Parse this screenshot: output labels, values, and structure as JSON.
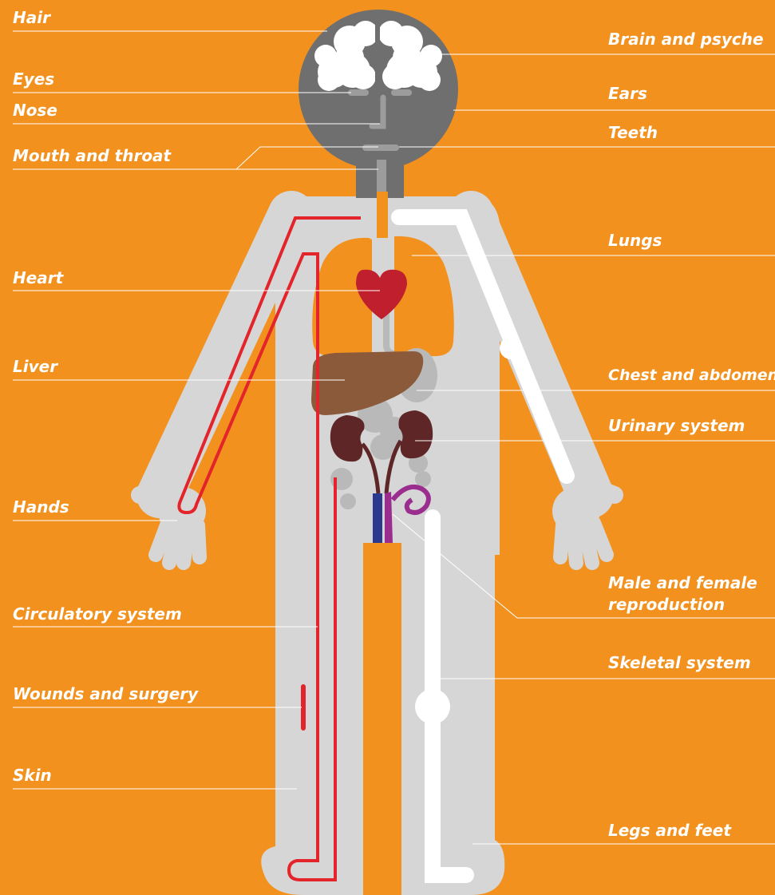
{
  "colors": {
    "background": "#F2911E",
    "body": "#D7D6D6",
    "head": "#706F6F",
    "brain": "#FFFFFF",
    "lungs": "#F2911E",
    "heart": "#C0202E",
    "liver": "#8B5A3A",
    "kidneys": "#5E2626",
    "intestines": "#B9B9B9",
    "arteries": "#E3242B",
    "bones": "#FFFFFF",
    "vein_blue": "#2B3A8F",
    "reproductive_purple": "#9B2D8F",
    "label_text": "#FFFFFF",
    "leader_lines": "#FFFFFF"
  },
  "labels": {
    "hair": "Hair",
    "eyes": "Eyes",
    "nose": "Nose",
    "mouth_throat": "Mouth and throat",
    "heart": "Heart",
    "liver": "Liver",
    "hands": "Hands",
    "circulatory": "Circulatory system",
    "wounds": "Wounds and surgery",
    "skin": "Skin",
    "brain": "Brain and psyche",
    "ears": "Ears",
    "teeth": "Teeth",
    "lungs": "Lungs",
    "chest": "Chest and abdomen",
    "urinary": "Urinary system",
    "reproduction_line1": "Male and female",
    "reproduction_line2": "reproduction",
    "skeletal": "Skeletal system",
    "legs": "Legs and feet"
  }
}
